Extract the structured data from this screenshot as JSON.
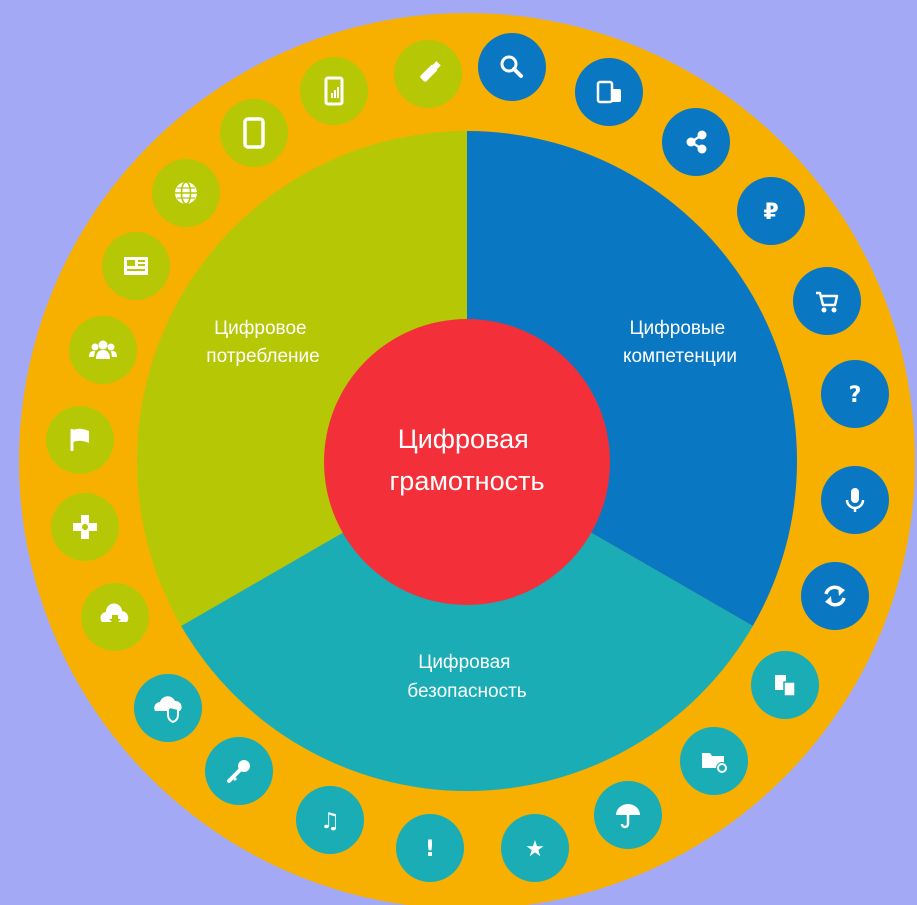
{
  "center": {
    "line1": "Цифровая",
    "line2": "грамотность",
    "color": "#f33039"
  },
  "ring_color": "#f7b000",
  "segments": [
    {
      "key": "consumption",
      "line1": "Цифровое",
      "line2": "потребление",
      "color": "#b5c705"
    },
    {
      "key": "competencies",
      "line1": "Цифровые",
      "line2": "компетенции",
      "color": "#0a77c2"
    },
    {
      "key": "security",
      "line1": "Цифровая",
      "line2": "безопасность",
      "color": "#1aadb5"
    }
  ],
  "icons": [
    {
      "name": "usb-drive-icon",
      "group": "consumption",
      "glyph": ""
    },
    {
      "name": "search-icon",
      "group": "competencies",
      "glyph": ""
    },
    {
      "name": "devices-icon",
      "group": "competencies",
      "glyph": ""
    },
    {
      "name": "share-icon",
      "group": "competencies",
      "glyph": ""
    },
    {
      "name": "ruble-icon",
      "group": "competencies",
      "glyph": "₽"
    },
    {
      "name": "cart-icon",
      "group": "competencies",
      "glyph": ""
    },
    {
      "name": "question-icon",
      "group": "competencies",
      "glyph": "?"
    },
    {
      "name": "microphone-icon",
      "group": "competencies",
      "glyph": ""
    },
    {
      "name": "refresh-icon",
      "group": "competencies",
      "glyph": ""
    },
    {
      "name": "copy-files-icon",
      "group": "security",
      "glyph": ""
    },
    {
      "name": "folder-settings-icon",
      "group": "security",
      "glyph": ""
    },
    {
      "name": "umbrella-icon",
      "group": "security",
      "glyph": ""
    },
    {
      "name": "star-icon",
      "group": "security",
      "glyph": "★"
    },
    {
      "name": "exclamation-icon",
      "group": "security",
      "glyph": "!"
    },
    {
      "name": "music-note-icon",
      "group": "security",
      "glyph": "♫"
    },
    {
      "name": "key-icon",
      "group": "security",
      "glyph": ""
    },
    {
      "name": "cloud-shield-icon",
      "group": "security",
      "glyph": ""
    },
    {
      "name": "cloud-download-icon",
      "group": "consumption",
      "glyph": ""
    },
    {
      "name": "medical-cross-icon",
      "group": "consumption",
      "glyph": ""
    },
    {
      "name": "flag-icon",
      "group": "consumption",
      "glyph": ""
    },
    {
      "name": "people-icon",
      "group": "consumption",
      "glyph": ""
    },
    {
      "name": "newspaper-icon",
      "group": "consumption",
      "glyph": ""
    },
    {
      "name": "globe-icon",
      "group": "consumption",
      "glyph": ""
    },
    {
      "name": "tablet-icon",
      "group": "consumption",
      "glyph": ""
    },
    {
      "name": "phone-chart-icon",
      "group": "consumption",
      "glyph": ""
    }
  ]
}
